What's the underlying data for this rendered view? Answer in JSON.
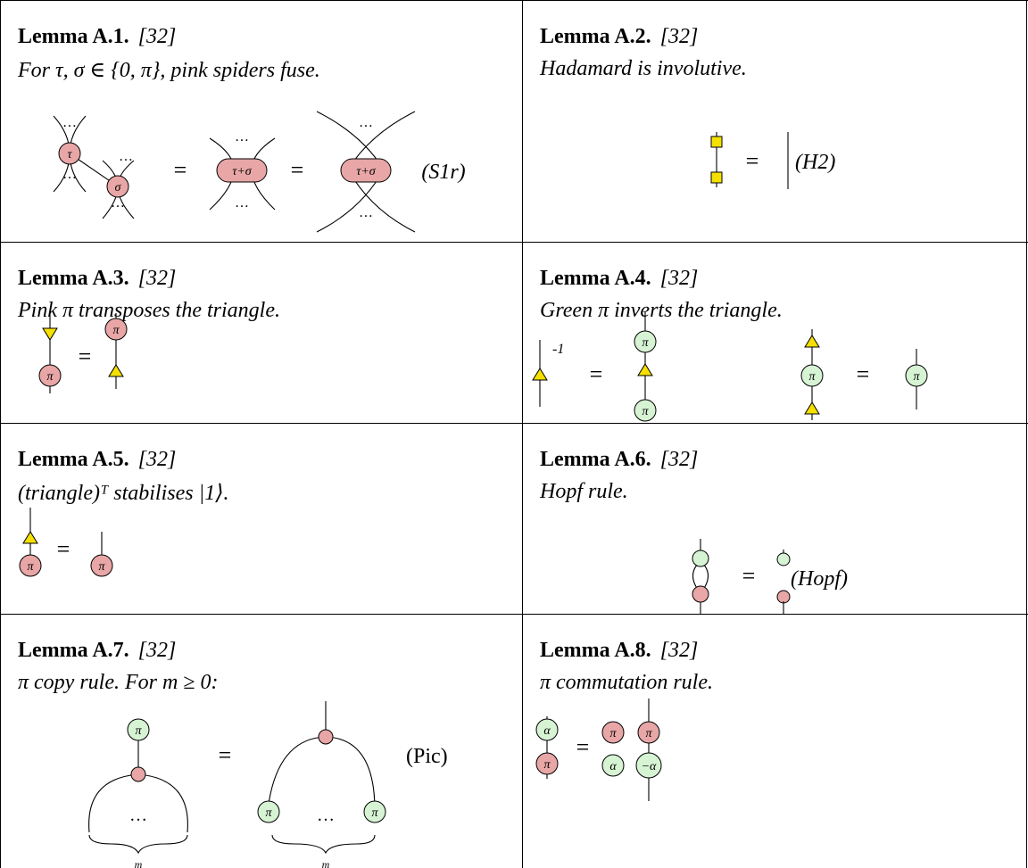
{
  "lemmas": [
    {
      "title": "Lemma A.1.",
      "cite": "[32]",
      "statement": "For τ, σ ∈ {0, π}, pink spiders fuse.",
      "rule": "(S1r)"
    },
    {
      "title": "Lemma A.2.",
      "cite": "[32]",
      "statement": "Hadamard is involutive.",
      "rule": "(H2)"
    },
    {
      "title": "Lemma A.3.",
      "cite": "[32]",
      "statement": "Pink π transposes the triangle.",
      "rule": ""
    },
    {
      "title": "Lemma A.4.",
      "cite": "[32]",
      "statement": "Green π inverts the triangle.",
      "rule": ""
    },
    {
      "title": "Lemma A.5.",
      "cite": "[32]",
      "statement": "(triangle)ᵀ stabilises |1⟩.",
      "rule": ""
    },
    {
      "title": "Lemma A.6.",
      "cite": "[32]",
      "statement": "Hopf rule.",
      "rule": "(Hopf)"
    },
    {
      "title": "Lemma A.7.",
      "cite": "[32]",
      "statement": "π copy rule. For m ≥ 0:",
      "rule": "(Pic)"
    },
    {
      "title": "Lemma A.8.",
      "cite": "[32]",
      "statement": "π commutation rule.",
      "rule": ""
    }
  ],
  "symbols": {
    "equals": "=",
    "dots": "…",
    "tau": "τ",
    "sigma": "σ",
    "tau_plus_sigma": "τ+σ",
    "pi": "π",
    "alpha": "α",
    "neg_alpha": "−α",
    "inverse": "-1",
    "m": "m"
  },
  "colors": {
    "pink": "#e8a6a6",
    "green": "#d6f3d3",
    "yellow": "#f5e000"
  }
}
